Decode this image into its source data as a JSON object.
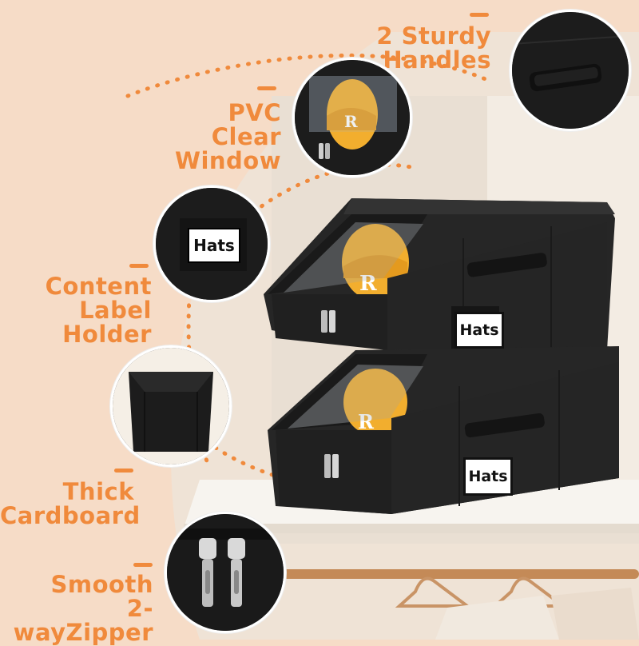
{
  "colors": {
    "accent": "#f08a3c",
    "background": "#f6dcc7",
    "box": "#1e1e1e",
    "hat": "#f2ae2e",
    "shelf": "#f4f1ec"
  },
  "features": [
    {
      "line1": "2 Sturdy",
      "line2": "Handles",
      "icon": "handle-closeup"
    },
    {
      "line1": "PVC Clear",
      "line2": "Window",
      "icon": "window-closeup"
    },
    {
      "line1": "Content",
      "line2": "Label Holder",
      "icon": "label-closeup"
    },
    {
      "line1": "Thick",
      "line2": "Cardboard",
      "icon": "cardboard-closeup"
    },
    {
      "line1": "Smooth",
      "line2": "2-wayZipper",
      "icon": "zipper-closeup"
    }
  ],
  "product": {
    "label_text": "Hats",
    "hat_letter": "R"
  }
}
